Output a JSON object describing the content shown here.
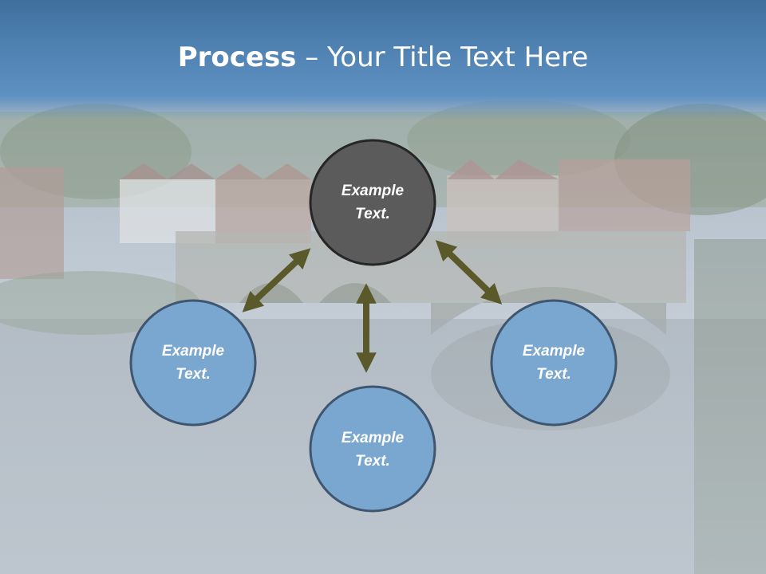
{
  "slide": {
    "title_bold": "Process",
    "title_rest": " – Your Title Text Here"
  },
  "diagram": {
    "nodes": [
      {
        "id": "center",
        "label_line1": "Example",
        "label_line2": "Text."
      },
      {
        "id": "left",
        "label_line1": "Example",
        "label_line2": "Text."
      },
      {
        "id": "bottom",
        "label_line1": "Example",
        "label_line2": "Text."
      },
      {
        "id": "right",
        "label_line1": "Example",
        "label_line2": "Text."
      }
    ]
  },
  "colors": {
    "title_band": "#4f82b2",
    "center_node": "#5a5a5a",
    "outer_node": "#7aa7d0",
    "node_border": "#3a4e68",
    "center_border": "#262626",
    "arrow": "#59592a"
  }
}
